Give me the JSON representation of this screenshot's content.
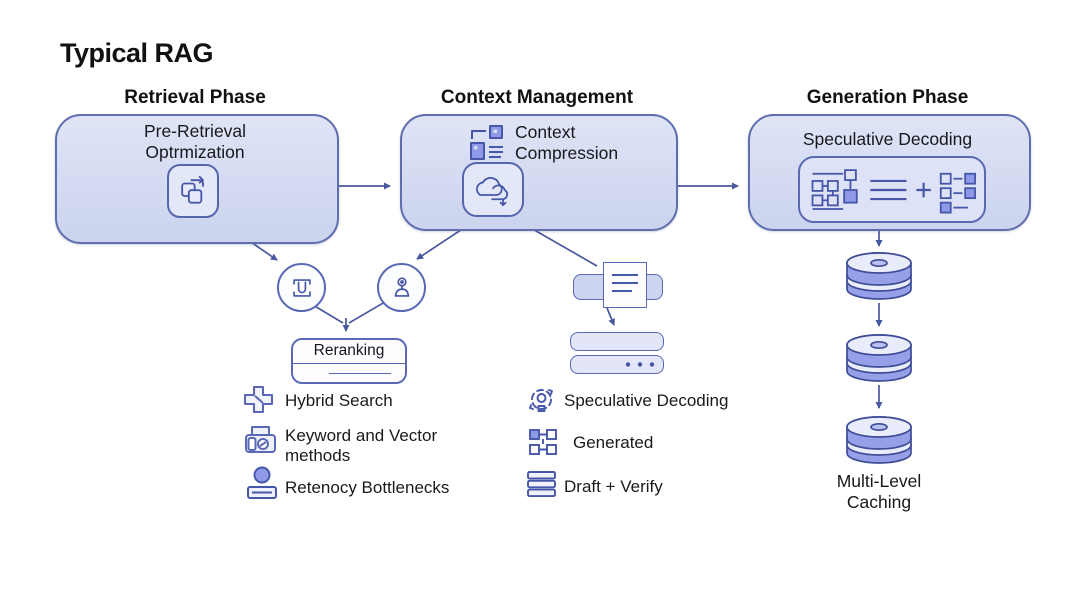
{
  "title": "Typical RAG",
  "phases": [
    {
      "header": "Retrieval Phase",
      "card_title": "Pre-Retrieval Optrmization",
      "card_icon": "copy-documents-icon"
    },
    {
      "header": "Context Management",
      "card_title": "Context Compression",
      "card_title_icon": "compress-list-icon",
      "card_icon": "cloud-sync-icon"
    },
    {
      "header": "Generation Phase",
      "card_title": "Speculative Decoding",
      "card_icon": "flow-lines-plus-list-icon"
    }
  ],
  "reranking": {
    "label": "Reranking"
  },
  "mid_nodes": [
    {
      "icon": "archive-terminal-icon"
    },
    {
      "icon": "person-pin-icon"
    },
    {
      "icon": "document-printer-icon"
    },
    {
      "icon": "server-bars-icon"
    }
  ],
  "lists": {
    "retrieval": [
      {
        "icon": "hybrid-plus-icon",
        "label": "Hybrid Search"
      },
      {
        "icon": "keyword-scanner-icon",
        "label": "Keyword and Vector methods"
      },
      {
        "icon": "latency-server-icon",
        "label": "Retenocy Bottlenecks"
      }
    ],
    "context": [
      {
        "icon": "speculative-cycle-icon",
        "label": "Speculative Decoding"
      },
      {
        "icon": "generated-nodes-icon",
        "label": "Generated"
      },
      {
        "icon": "draft-stack-icon",
        "label": "Draft + Verify"
      }
    ]
  },
  "caching": {
    "label": "Multi-Level Caching",
    "icon": "database-cylinder-icon",
    "cylinder_count": 3
  },
  "colors": {
    "box_fill": "#d3daf1",
    "box_border": "#5e6eae",
    "arrow": "#4a589e",
    "icon_stroke": "#4656a8",
    "icon_fill": "#8e9ae8",
    "cylinder_fill": "#96a0e8",
    "cylinder_light": "#e9ecfa",
    "cylinder_stroke": "#3f4c96",
    "text": "#1a1a1a"
  }
}
